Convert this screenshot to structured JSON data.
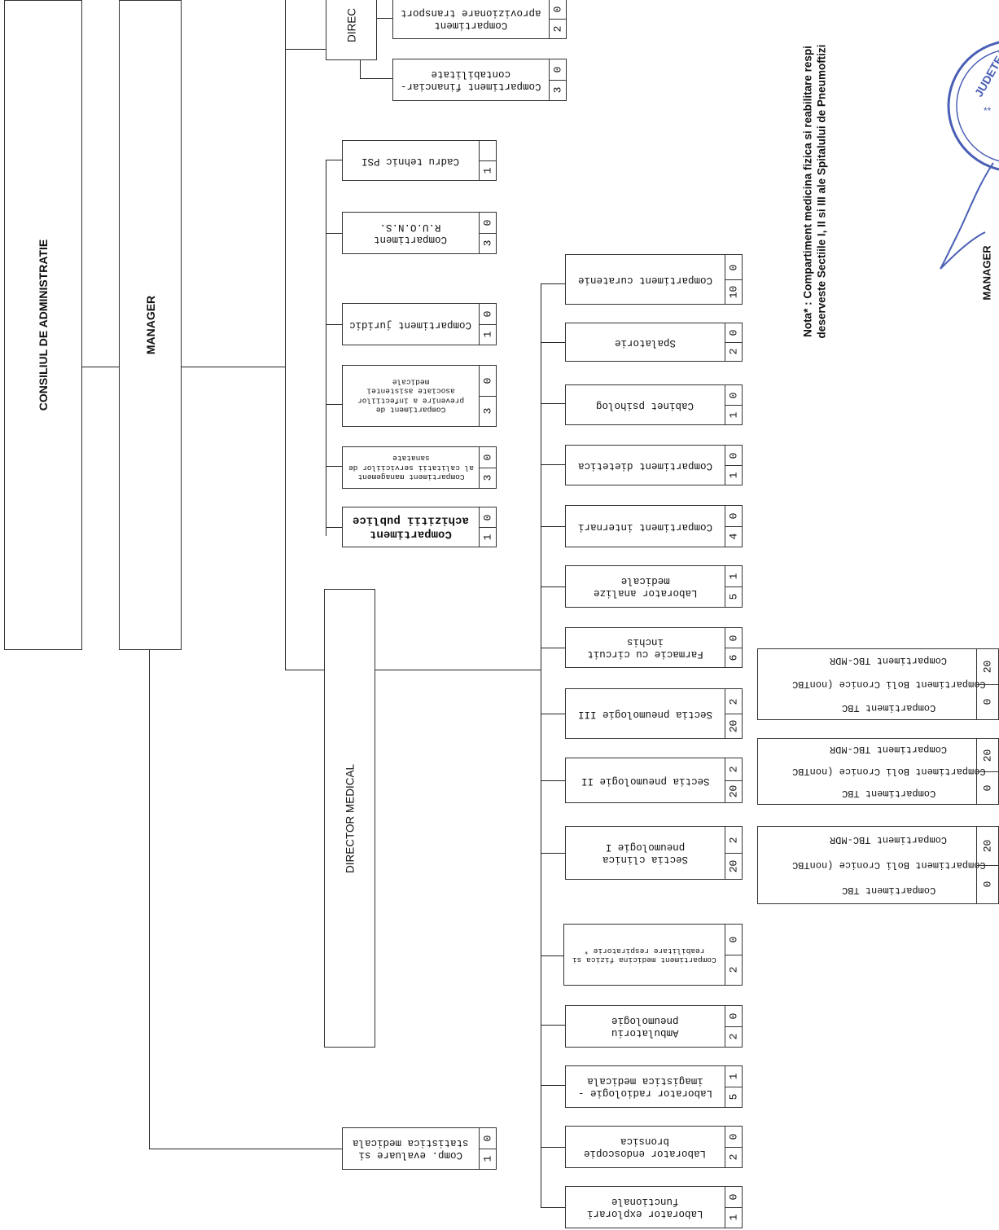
{
  "consiliu": "CONSILIUL DE ADMINISTRATIE",
  "manager": "MANAGER",
  "director_medical": "DIRECTOR MEDICAL",
  "director_partial": "DIREC",
  "note": {
    "line1": "Nota* : Compartiment medicina fizica  si reabilitare respi",
    "line2": "deserveste Sectiile I, II si III ale Spitalului de Pneumoftizi"
  },
  "signature_label": "MANAGER",
  "stamp_text": "JUDETEAN",
  "economic_units": [
    {
      "label": "Compartiment\naprovizionare transport",
      "top": "0",
      "bottom": "2"
    },
    {
      "label": "Compartiment financiar-\ncontabilitate",
      "top": "0",
      "bottom": "3"
    }
  ],
  "manager_units": [
    {
      "label": "Cadru tehnic PSI",
      "top": "",
      "bottom": "1"
    },
    {
      "label": "Compartiment\nR.U.O.N.S.",
      "top": "0",
      "bottom": "3"
    },
    {
      "label": "Compartiment juridic",
      "top": "0",
      "bottom": "1"
    },
    {
      "label": "Compartiment de\nprevenire a infectiilor\nasociate asistentei\nmedicale",
      "top": "0",
      "bottom": "3"
    },
    {
      "label": "Compartiment management\nal calitatii serviciilor de\nsanatate",
      "top": "0",
      "bottom": "3"
    },
    {
      "label": "Compartiment\nachizitii publice",
      "top": "0",
      "bottom": "1"
    },
    {
      "label": "Comp. evaluare si\nstatistica medicala",
      "top": "0",
      "bottom": "1"
    }
  ],
  "medical_units": [
    {
      "label": "Compartiment curatenie",
      "top": "0",
      "bottom": "10"
    },
    {
      "label": "Spalatorie",
      "top": "0",
      "bottom": "2"
    },
    {
      "label": "Cabinet psiholog",
      "top": "0",
      "bottom": "1"
    },
    {
      "label": "Compartiment dietetica",
      "top": "0",
      "bottom": "1"
    },
    {
      "label": "Compartiment internari",
      "top": "0",
      "bottom": "4"
    },
    {
      "label": "Laborator analize\nmedicale",
      "top": "1",
      "bottom": "5"
    },
    {
      "label": "Farmacie cu circuit inchis",
      "top": "0",
      "bottom": "6"
    },
    {
      "label": "Sectia pneumologie III",
      "top": "2",
      "bottom": "20"
    },
    {
      "label": "Sectia pneumologie II",
      "top": "2",
      "bottom": "20"
    },
    {
      "label": "Sectia clinica\npneumologie I",
      "top": "2",
      "bottom": "20"
    },
    {
      "label": "Compartiment medicina fizica  si\nreabilitare respiratorie *",
      "top": "0",
      "bottom": "2"
    },
    {
      "label": "Ambulatoriu\npneumologie",
      "top": "0",
      "bottom": "2"
    },
    {
      "label": "Laborator radiologie -\nimagistica medicala",
      "top": "1",
      "bottom": "5"
    },
    {
      "label": "Laborator endoscopie\nbronsica",
      "top": "0",
      "bottom": "2"
    },
    {
      "label": "Laborator explorari\nfunctionale",
      "top": "0",
      "bottom": "1"
    }
  ],
  "tbc_groups": [
    {
      "top": "0",
      "bottom": "20",
      "lines": [
        "Compartiment TBC-MDR",
        "Compartiment Boli Cronice (nonTBC",
        "Compartiment TBC"
      ]
    },
    {
      "top": "0",
      "bottom": "20",
      "lines": [
        "Compartiment TBC-MDR",
        "Compartiment Boli Cronice (nonTBC",
        "Compartiment TBC"
      ]
    },
    {
      "top": "0",
      "bottom": "20",
      "lines": [
        "Compartiment TBC-MDR",
        "Compartiment Boli Cronice (nonTBC",
        "Compartiment TBC"
      ]
    }
  ]
}
